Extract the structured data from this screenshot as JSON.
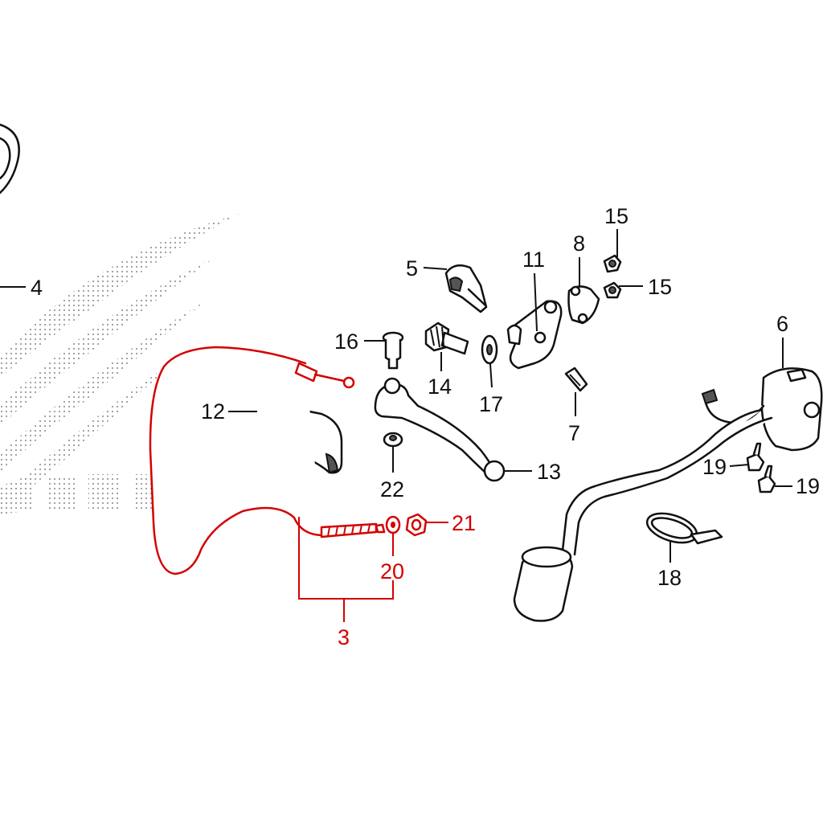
{
  "diagram": {
    "colors": {
      "line": "#111111",
      "highlight": "#d40000",
      "background": "#ffffff",
      "watermark": "#9a9a9a"
    },
    "watermark_text": "HONDA",
    "callouts": [
      {
        "id": "c4",
        "text": "4",
        "highlighted": false
      },
      {
        "id": "c5",
        "text": "5",
        "highlighted": false
      },
      {
        "id": "c11",
        "text": "11",
        "highlighted": false
      },
      {
        "id": "c8",
        "text": "8",
        "highlighted": false
      },
      {
        "id": "c15a",
        "text": "15",
        "highlighted": false
      },
      {
        "id": "c15b",
        "text": "15",
        "highlighted": false
      },
      {
        "id": "c6",
        "text": "6",
        "highlighted": false
      },
      {
        "id": "c16",
        "text": "16",
        "highlighted": false
      },
      {
        "id": "c14",
        "text": "14",
        "highlighted": false
      },
      {
        "id": "c17",
        "text": "17",
        "highlighted": false
      },
      {
        "id": "c7",
        "text": "7",
        "highlighted": false
      },
      {
        "id": "c12",
        "text": "12",
        "highlighted": false
      },
      {
        "id": "c13",
        "text": "13",
        "highlighted": false
      },
      {
        "id": "c22",
        "text": "22",
        "highlighted": false
      },
      {
        "id": "c19a",
        "text": "19",
        "highlighted": false
      },
      {
        "id": "c19b",
        "text": "19",
        "highlighted": false
      },
      {
        "id": "c18",
        "text": "18",
        "highlighted": false
      },
      {
        "id": "c21",
        "text": "21",
        "highlighted": true
      },
      {
        "id": "c20",
        "text": "20",
        "highlighted": true
      },
      {
        "id": "c3",
        "text": "3",
        "highlighted": true
      }
    ]
  }
}
